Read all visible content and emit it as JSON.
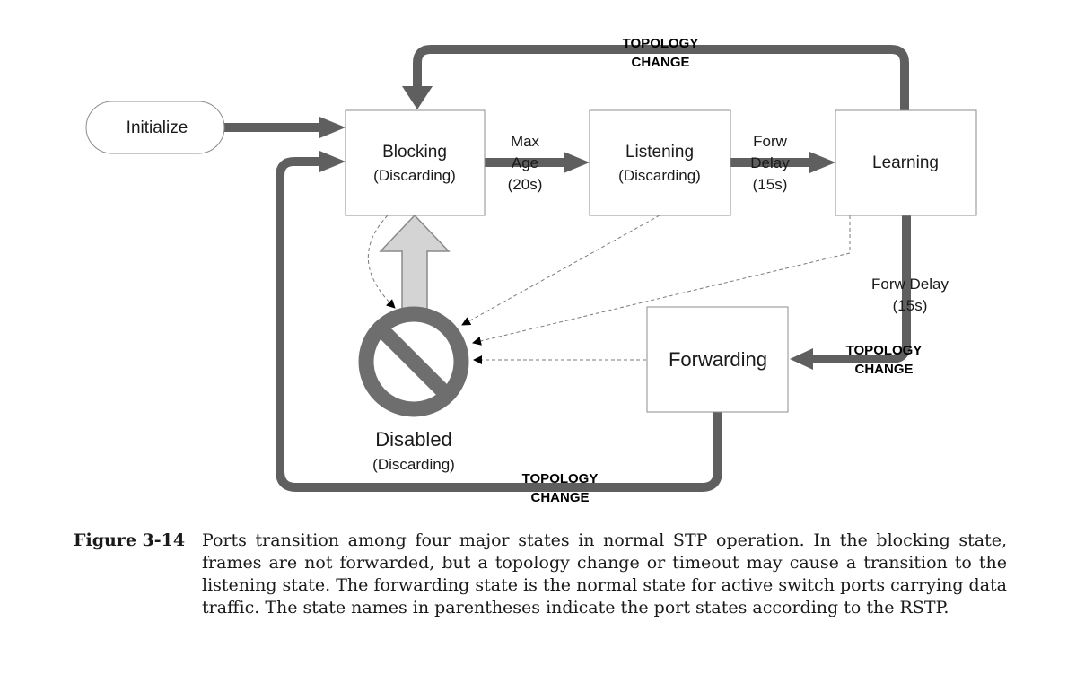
{
  "diagram": {
    "states": {
      "initialize": "Initialize",
      "blocking": {
        "name": "Blocking",
        "sub": "(Discarding)"
      },
      "listening": {
        "name": "Listening",
        "sub": "(Discarding)"
      },
      "learning": {
        "name": "Learning"
      },
      "forwarding": {
        "name": "Forwarding"
      },
      "disabled": {
        "name": "Disabled",
        "sub": "(Discarding)"
      }
    },
    "transitions": {
      "max_age": [
        "Max",
        "Age",
        "(20s)"
      ],
      "forw_delay_1": [
        "Forw",
        "Delay",
        "(15s)"
      ],
      "forw_delay_2": [
        "Forw Delay",
        "(15s)"
      ],
      "topology_change": [
        "TOPOLOGY",
        "CHANGE"
      ]
    }
  },
  "caption": {
    "label": "Figure 3-14",
    "text": "Ports transition among four major states in normal STP operation. In the blocking state, frames are not forwarded, but a topology change or timeout may cause a transition to the listening state. The forwarding state is the normal state for active switch ports carrying data traffic. The state names in parentheses indicate the port states according to the RSTP."
  }
}
